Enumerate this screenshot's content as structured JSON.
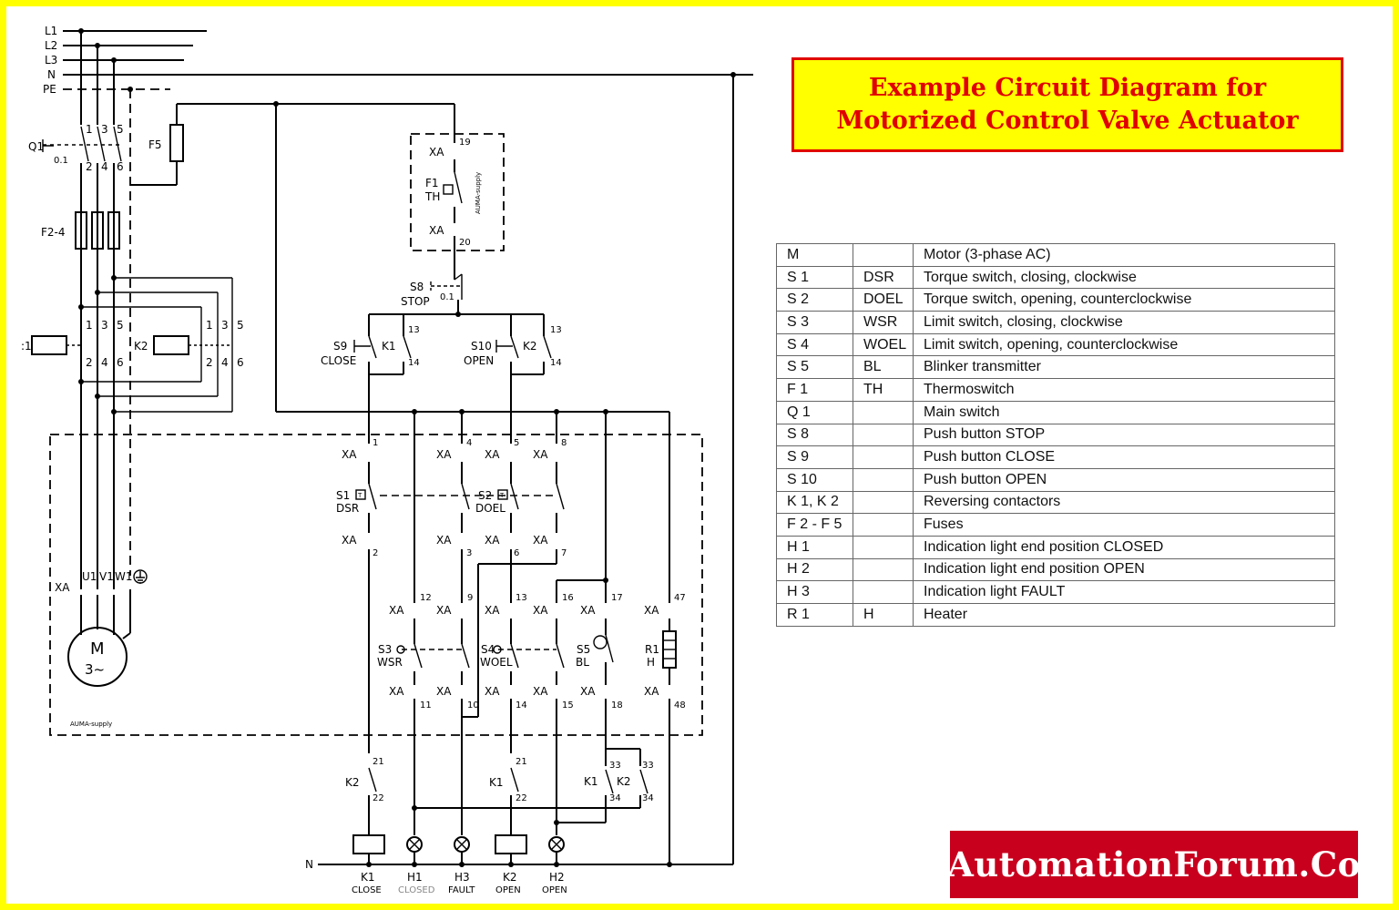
{
  "title": {
    "line1": "Example Circuit Diagram for",
    "line2": "Motorized Control Valve Actuator"
  },
  "brand": "AutomationForum.Co",
  "legend": [
    {
      "code": "M",
      "abbr": "",
      "desc": "Motor (3-phase AC)"
    },
    {
      "code": "S 1",
      "abbr": "DSR",
      "desc": "Torque switch, closing, clockwise"
    },
    {
      "code": "S 2",
      "abbr": "DOEL",
      "desc": "Torque switch, opening, counterclockwise"
    },
    {
      "code": "S 3",
      "abbr": "WSR",
      "desc": "Limit switch, closing, clockwise"
    },
    {
      "code": "S 4",
      "abbr": "WOEL",
      "desc": "Limit switch, opening, counterclockwise"
    },
    {
      "code": "S 5",
      "abbr": "BL",
      "desc": "Blinker transmitter"
    },
    {
      "code": "F 1",
      "abbr": "TH",
      "desc": "Thermoswitch"
    },
    {
      "code": "Q 1",
      "abbr": "",
      "desc": "Main switch"
    },
    {
      "code": "S 8",
      "abbr": "",
      "desc": "Push button STOP"
    },
    {
      "code": "S 9",
      "abbr": "",
      "desc": "Push button CLOSE"
    },
    {
      "code": "S 10",
      "abbr": "",
      "desc": "Push button OPEN"
    },
    {
      "code": "K 1, K 2",
      "abbr": "",
      "desc": "Reversing contactors"
    },
    {
      "code": "F 2 - F 5",
      "abbr": "",
      "desc": "Fuses"
    },
    {
      "code": "H 1",
      "abbr": "",
      "desc": "Indication light end position CLOSED"
    },
    {
      "code": "H 2",
      "abbr": "",
      "desc": "Indication light end position OPEN"
    },
    {
      "code": "H 3",
      "abbr": "",
      "desc": "Indication light FAULT"
    },
    {
      "code": "R 1",
      "abbr": "H",
      "desc": "Heater"
    }
  ],
  "schematic": {
    "lines": {
      "l1": "L1",
      "l2": "L2",
      "l3": "L3",
      "n": "N",
      "pe": "PE"
    },
    "q1": {
      "name": "Q1",
      "setting": "0.1"
    },
    "f5": "F5",
    "f24": "F2-4",
    "k1_coil": ":1",
    "k2_coil": "K2",
    "term": "XA",
    "supply": "AUMA-supply",
    "f1": "F1",
    "th": "TH",
    "s8": "S8",
    "stop": "STOP",
    "s8_setting": "0.1",
    "s9": "S9",
    "close": "CLOSE",
    "s10": "S10",
    "open": "OPEN",
    "k1": "K1",
    "k2": "K2",
    "s1": "S1",
    "dsr": "DSR",
    "s2": "S2",
    "doel": "DOEL",
    "s3": "S3",
    "wsr": "WSR",
    "s4": "S4",
    "woel": "WOEL",
    "s5": "S5",
    "bl": "BL",
    "r1": "R1",
    "h": "H",
    "motor": "M",
    "motor_sub": "3~",
    "u1": "U1",
    "v1": "V1",
    "w1": "W1",
    "n_bottom": "N",
    "pins": {
      "p1": "1",
      "p2": "2",
      "p3": "3",
      "p4": "4",
      "p5": "5",
      "p6": "6",
      "p7": "7",
      "p8": "8",
      "p9": "9",
      "p10": "10",
      "p11": "11",
      "p12": "12",
      "p13": "13",
      "p14": "14",
      "p15": "15",
      "p16": "16",
      "p17": "17",
      "p18": "18",
      "p19": "19",
      "p20": "20",
      "p21": "21",
      "p22": "22",
      "p33": "33",
      "p34": "34",
      "p47": "47",
      "p48": "48"
    },
    "bottom": [
      {
        "code": "K1",
        "label": "CLOSE"
      },
      {
        "code": "H1",
        "label": "CLOSED"
      },
      {
        "code": "H3",
        "label": "FAULT"
      },
      {
        "code": "K2",
        "label": "OPEN"
      },
      {
        "code": "H2",
        "label": "OPEN"
      }
    ],
    "symbol_t": "T"
  }
}
